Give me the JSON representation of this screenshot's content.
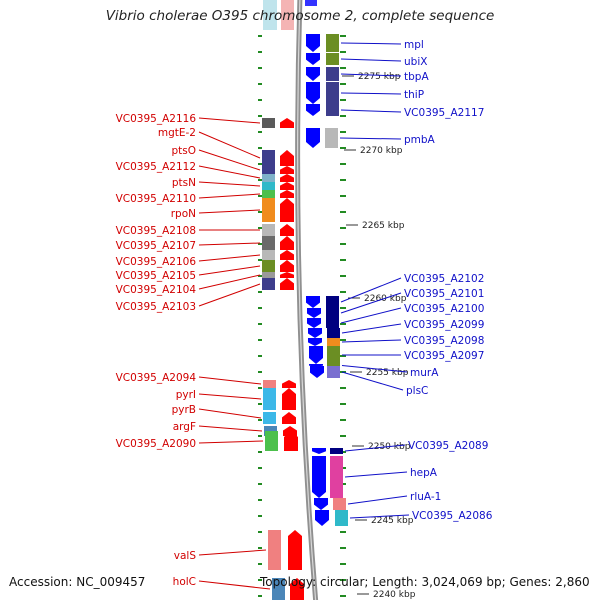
{
  "title": "Vibrio cholerae O395 chromosome 2, complete sequence",
  "footer": {
    "accession": "Accession: NC_009457",
    "summary": "Topology: circular; Length: 3,024,069 bp; Genes: 2,860"
  },
  "ticks": [
    {
      "label": "2275 kbp",
      "kbp": 2275
    },
    {
      "label": "2270 kbp",
      "kbp": 2270
    },
    {
      "label": "2265 kbp",
      "kbp": 2265
    },
    {
      "label": "2260 kbp",
      "kbp": 2260
    },
    {
      "label": "2255 kbp",
      "kbp": 2255
    },
    {
      "label": "2250 kbp",
      "kbp": 2250
    },
    {
      "label": "2245 kbp",
      "kbp": 2245
    },
    {
      "label": "2240 kbp",
      "kbp": 2240
    }
  ],
  "reverse_genes": [
    {
      "name": "VC0395_A2116",
      "color": "#5a5a5a"
    },
    {
      "name": "mgtE-2",
      "color": "#3d3d8c"
    },
    {
      "name": "ptsO",
      "color": "#3d3d8c"
    },
    {
      "name": "VC0395_A2112",
      "color": "#7fb2c9"
    },
    {
      "name": "ptsN",
      "color": "#2fb9c9"
    },
    {
      "name": "VC0395_A2110",
      "color": "#4cc04c"
    },
    {
      "name": "rpoN",
      "color": "#f08c1e"
    },
    {
      "name": "VC0395_A2108",
      "color": "#b8b8b8"
    },
    {
      "name": "VC0395_A2107",
      "color": "#6a6a6a"
    },
    {
      "name": "VC0395_A2106",
      "color": "#b8b8b8"
    },
    {
      "name": "VC0395_A2105",
      "color": "#6b8e23"
    },
    {
      "name": "VC0395_A2104",
      "color": "#9a9a9a"
    },
    {
      "name": "VC0395_A2103",
      "color": "#3d3d8c"
    },
    {
      "name": "VC0395_A2094",
      "color": "#f08080"
    },
    {
      "name": "pyrI",
      "color": "#3cb8e8"
    },
    {
      "name": "pyrB",
      "color": "#3cb8e8"
    },
    {
      "name": "argF",
      "color": "#4a86b8"
    },
    {
      "name": "VC0395_A2090",
      "color": "#4cc04c"
    },
    {
      "name": "valS",
      "color": "#f08080"
    },
    {
      "name": "holC",
      "color": "#4a86b8"
    }
  ],
  "forward_genes": [
    {
      "name": "mpl",
      "color": "#6b8e23"
    },
    {
      "name": "ubiX",
      "color": "#6b8e23"
    },
    {
      "name": "tbpA",
      "color": "#3d3d8c"
    },
    {
      "name": "thiP",
      "color": "#3d3d8c"
    },
    {
      "name": "VC0395_A2117",
      "color": "#3d3d8c"
    },
    {
      "name": "pmbA",
      "color": "#b8b8b8"
    },
    {
      "name": "VC0395_A2102",
      "color": "#000080"
    },
    {
      "name": "VC0395_A2101",
      "color": "#000080"
    },
    {
      "name": "VC0395_A2100",
      "color": "#000080"
    },
    {
      "name": "VC0395_A2099",
      "color": "#000080"
    },
    {
      "name": "VC0395_A2098",
      "color": "#f08c1e"
    },
    {
      "name": "VC0395_A2097",
      "color": "#6b8e23"
    },
    {
      "name": "murA",
      "color": "#6b8e23"
    },
    {
      "name": "plsC",
      "color": "#7a6fd0"
    },
    {
      "name": "VC0395_A2089",
      "color": "#000080"
    },
    {
      "name": "hepA",
      "color": "#e040a0"
    },
    {
      "name": "rluA-1",
      "color": "#f08080"
    },
    {
      "name": "VC0395_A2086",
      "color": "#2fb9c9"
    }
  ],
  "colors": {
    "reverse_arrow": "#ff0000",
    "forward_arrow": "#0000ff",
    "backbone": "#909090",
    "dash_marks": "#228b22",
    "reverse_label": "#d10000",
    "forward_label": "#1010c8"
  }
}
